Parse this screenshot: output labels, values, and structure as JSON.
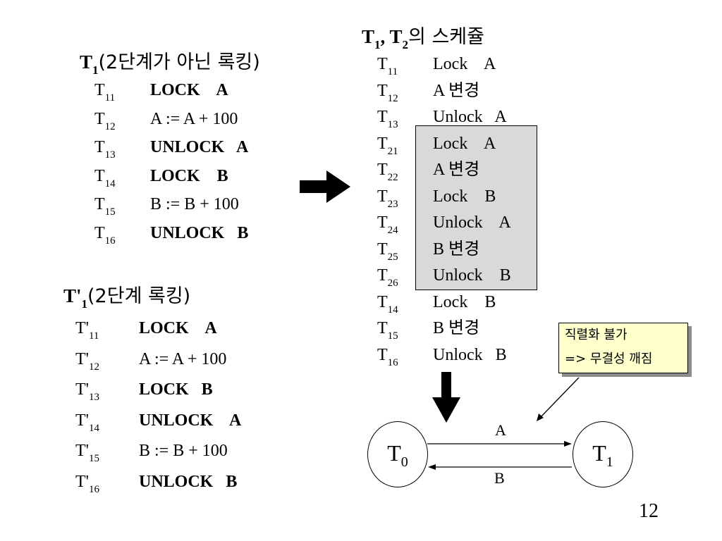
{
  "left_top": {
    "title_main": "T",
    "title_sub": "1",
    "title_rest": "(2단계가 아닌 록킹)",
    "rows": [
      {
        "label": "T",
        "sub": "11",
        "value": "LOCK    A",
        "bold": true
      },
      {
        "label": "T",
        "sub": "12",
        "value": "A := A + 100",
        "bold": false
      },
      {
        "label": "T",
        "sub": "13",
        "value": "UNLOCK   A",
        "bold": true
      },
      {
        "label": "T",
        "sub": "14",
        "value": "LOCK    B",
        "bold": true
      },
      {
        "label": "T",
        "sub": "15",
        "value": "B := B + 100",
        "bold": false
      },
      {
        "label": "T",
        "sub": "16",
        "value": "UNLOCK   B",
        "bold": true
      }
    ]
  },
  "left_bottom": {
    "title_main": "T'",
    "title_sub": "1",
    "title_rest": "(2단계 록킹)",
    "rows": [
      {
        "label": "T'",
        "sub": "11",
        "value": "LOCK    A",
        "bold": true
      },
      {
        "label": "T'",
        "sub": "12",
        "value": "A := A + 100",
        "bold": false
      },
      {
        "label": "T'",
        "sub": "13",
        "value": "LOCK   B",
        "bold": true
      },
      {
        "label": "T'",
        "sub": "14",
        "value": "UNLOCK    A",
        "bold": true
      },
      {
        "label": "T'",
        "sub": "15",
        "value": "B := B + 100",
        "bold": false
      },
      {
        "label": "T'",
        "sub": "16",
        "value": "UNLOCK   B",
        "bold": true
      }
    ]
  },
  "schedule": {
    "title_a": "T",
    "title_a_sub": "1",
    "title_sep": ", T",
    "title_b_sub": "2",
    "title_rest": "의 스케쥴",
    "rows": [
      {
        "label": "T",
        "sub": "11",
        "value": "Lock    A"
      },
      {
        "label": "T",
        "sub": "12",
        "value": "A 변경"
      },
      {
        "label": "T",
        "sub": "13",
        "value": "Unlock   A"
      },
      {
        "label": "T",
        "sub": "21",
        "value": "Lock    A"
      },
      {
        "label": "T",
        "sub": "22",
        "value": "A 변경"
      },
      {
        "label": "T",
        "sub": "23",
        "value": "Lock    B"
      },
      {
        "label": "T",
        "sub": "24",
        "value": "Unlock    A"
      },
      {
        "label": "T",
        "sub": "25",
        "value": "B 변경"
      },
      {
        "label": "T",
        "sub": "26",
        "value": "Unlock    B"
      },
      {
        "label": "T",
        "sub": "14",
        "value": "Lock    B"
      },
      {
        "label": "T",
        "sub": "15",
        "value": "B 변경"
      },
      {
        "label": "T",
        "sub": "16",
        "value": "Unlock   B"
      }
    ]
  },
  "callout": {
    "line1": "직렬화 불가",
    "line2": "=> 무결성 깨짐"
  },
  "graph": {
    "node0_main": "T",
    "node0_sub": "0",
    "node1_main": "T",
    "node1_sub": "1",
    "edge_top": "A",
    "edge_bottom": "B"
  },
  "page_number": "12",
  "colors": {
    "highlight": "#d9d9d9",
    "callout_bg": "#ffffcc",
    "shadow": "#8c8c8c"
  }
}
